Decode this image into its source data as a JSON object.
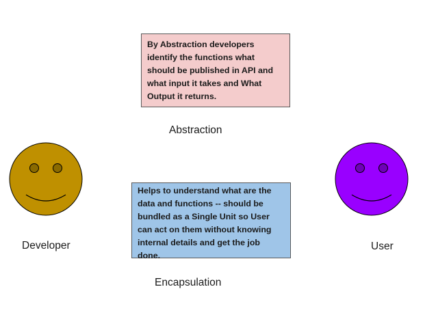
{
  "abstraction": {
    "description": "By Abstraction developers\nidentify the functions what\nshould be published in API and\nwhat input it takes and What\nOutput it returns.",
    "label": "Abstraction",
    "box_color": "#f4cccc"
  },
  "encapsulation": {
    "description": "Helps to understand what are the\ndata and functions -- should be\nbundled as a Single Unit so User\ncan act on them without knowing\ninternal details and get the job\ndone.",
    "label": "Encapsulation",
    "box_color": "#9fc5e8"
  },
  "developer": {
    "label": "Developer",
    "face_color": "#bf9000",
    "icon": "smiley-face-icon"
  },
  "user": {
    "label": "User",
    "face_color": "#9900ff",
    "icon": "smiley-face-icon"
  }
}
